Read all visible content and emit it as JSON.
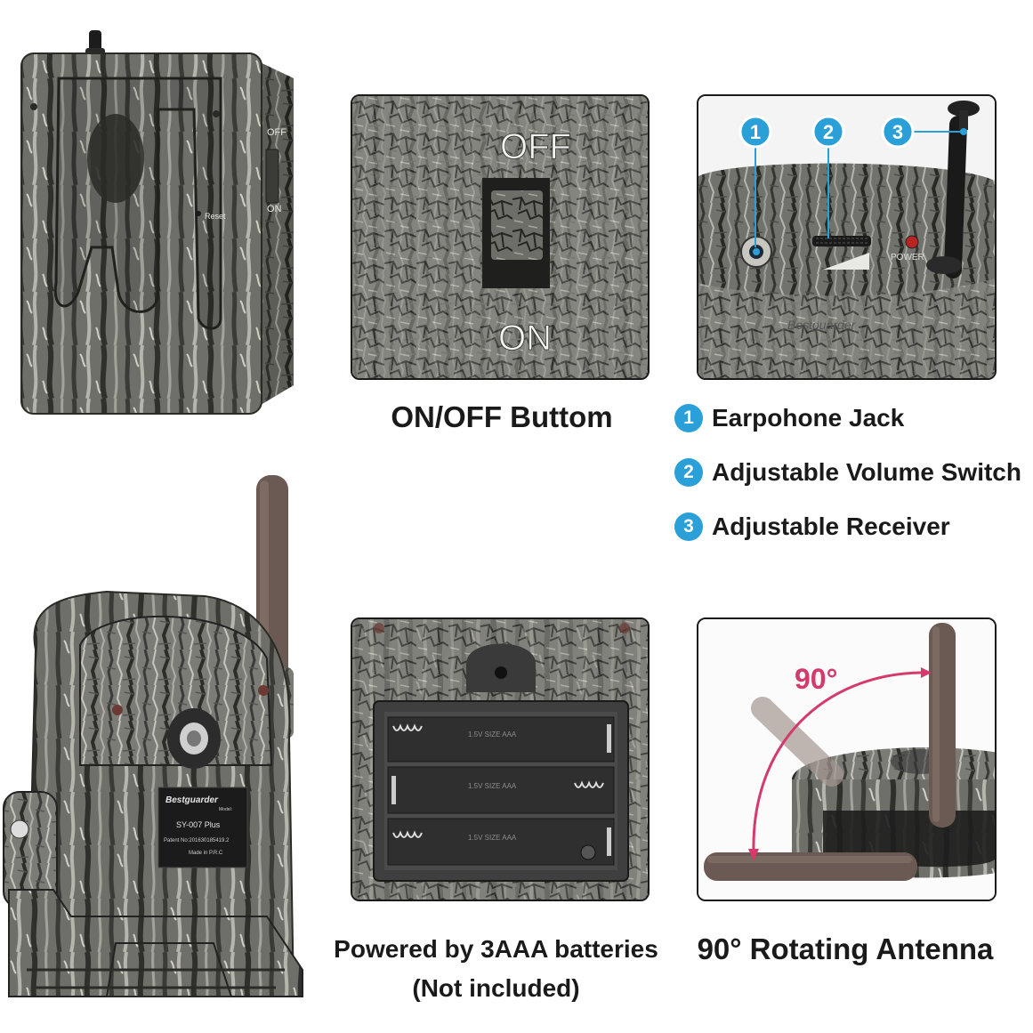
{
  "captions": {
    "switch": "ON/OFF Buttom",
    "battery_line1": "Powered by 3AAA batteries",
    "battery_line2": "(Not included)",
    "antenna": "90° Rotating Antenna"
  },
  "switch_labels": {
    "off": "OFF",
    "on": "ON"
  },
  "receiver_labels": {
    "off": "OFF",
    "on": "ON",
    "reset": "Reset"
  },
  "callouts": [
    {
      "num": "1",
      "label": "Earpohone Jack"
    },
    {
      "num": "2",
      "label": "Adjustable Volume Switch"
    },
    {
      "num": "3",
      "label": "Adjustable Receiver"
    }
  ],
  "top_panel_text": {
    "power": "POWER",
    "brand": "Bestguarder"
  },
  "sensor_label": {
    "brand": "Bestguarder",
    "model_prefix": "Model:",
    "model": "SY-007 Plus",
    "patent": "Patent No:201630185419.2",
    "made": "Made in P.R.C"
  },
  "battery_slots": [
    "1.5V SIZE AAA",
    "1.5V SIZE AAA",
    "1.5V SIZE AAA"
  ],
  "antenna_angle": "90°",
  "colors": {
    "accent": "#2a9fd8",
    "angle": "#d43a6b",
    "camo_dark": "#3e3e3b",
    "camo_light": "#9a9a92",
    "antenna": "#6b5a53"
  }
}
